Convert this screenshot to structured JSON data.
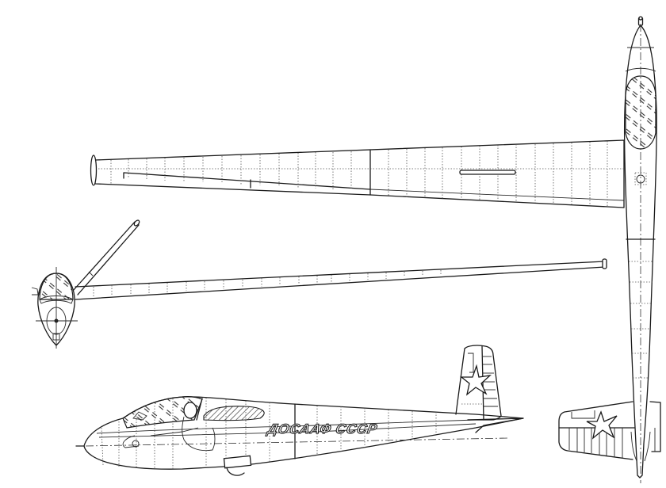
{
  "drawing": {
    "type": "three-view technical line drawing",
    "subject": "glider",
    "background": "#ffffff",
    "line_color": "#1a1a1a",
    "views": [
      {
        "name": "top view (plan)",
        "position": "upper, wing spanning left to right, fuselage vertical on right edge"
      },
      {
        "name": "front view",
        "position": "middle-left, fuselage cross-section with dihedral wing"
      },
      {
        "name": "side view (profile)",
        "position": "bottom, nose pointing left, fin at right"
      }
    ]
  },
  "side_view": {
    "fuselage_marking": "ДОСААФ СССР",
    "marking_parts": [
      "ДОСААФ",
      "СССР"
    ],
    "tail_insignia": "star-icon",
    "features": [
      "hatched canopy",
      "pilot figure",
      "hatched wing root fairing",
      "landing skid wheel",
      "rudder with ribs"
    ]
  },
  "top_view": {
    "features": [
      "tapered wing with aileron",
      "air brake slot",
      "hatched canopy",
      "tailplane with star insignia",
      "tow hook at nose"
    ]
  },
  "front_view": {
    "features": [
      "oval canopy with hatching",
      "fuselage cross-section",
      "raised wing tip",
      "horizontal wing"
    ]
  }
}
